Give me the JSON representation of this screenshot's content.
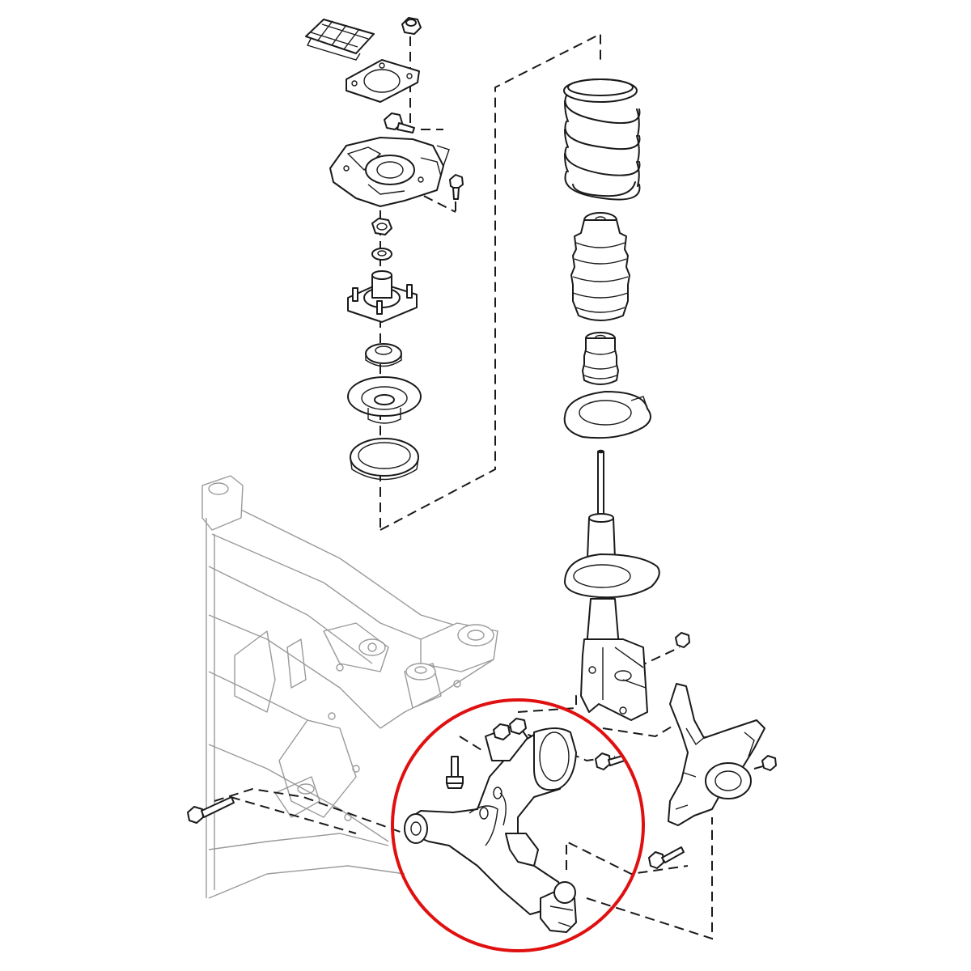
{
  "diagram": {
    "parts": [
      "heat-insulator-pad",
      "upper-mount-nut",
      "mount-gasket",
      "mount-bolt",
      "strut-tower-bracket",
      "bracket-bolt",
      "piston-rod-nut",
      "washer",
      "strut-mount",
      "bearing",
      "upper-spring-seat",
      "upper-spring-insulator",
      "coil-spring",
      "dust-boot",
      "bump-stopper",
      "lower-spring-insulator",
      "shock-absorber",
      "front-crossmember",
      "lower-control-arm",
      "steering-knuckle",
      "knuckle-bolts",
      "knuckle-nuts",
      "crossmember-bolt"
    ],
    "highlight": {
      "target": "lower-control-arm",
      "shape": "circle",
      "color": "#e01010"
    },
    "colors": {
      "line": "#1a1a1a",
      "faded": "#9a9a9a",
      "background": "#ffffff"
    }
  }
}
